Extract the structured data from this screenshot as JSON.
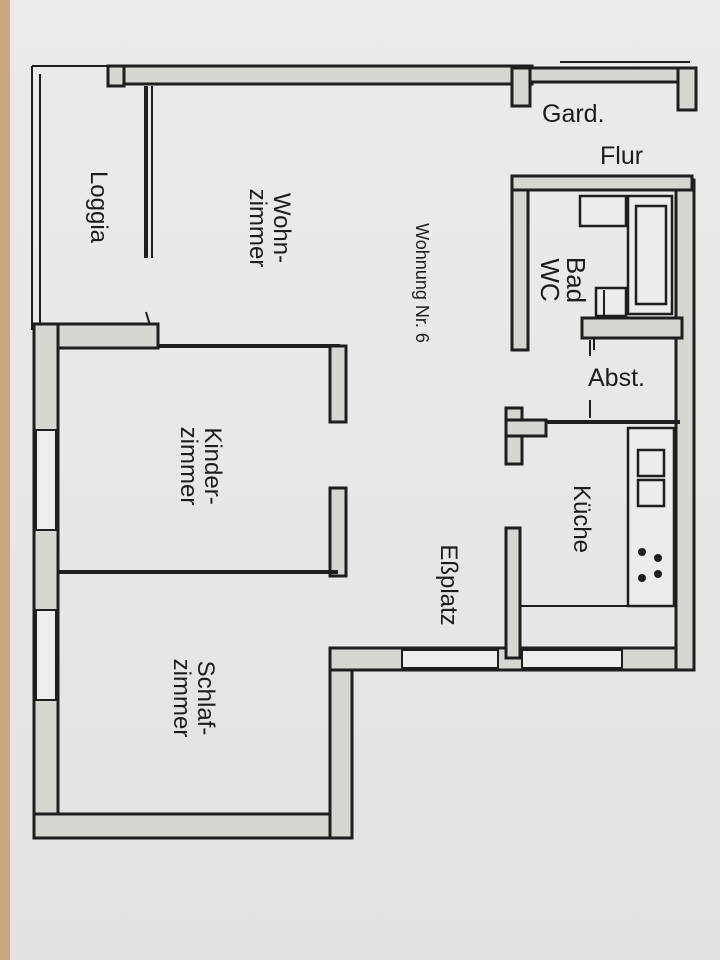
{
  "plan": {
    "labels": {
      "gard": "Gard.",
      "flur": "Flur",
      "abst": "Abst.",
      "bad_wc": "Bad\nWC",
      "kueche": "Küche",
      "essplatz": "Eßplatz",
      "wohnung": "Wohnung Nr. 6",
      "wohnzimmer": "Wohn-\nzimmer",
      "loggia": "Loggia",
      "kinderzimmer": "Kinder-\nzimmer",
      "schlafzimmer": "Schlaf-\nzimmer"
    },
    "colors": {
      "paper": "#ecebe9",
      "ink": "#1e1e1e",
      "wall_fill": "#d8d6d1",
      "background": "#c9a77e"
    }
  }
}
